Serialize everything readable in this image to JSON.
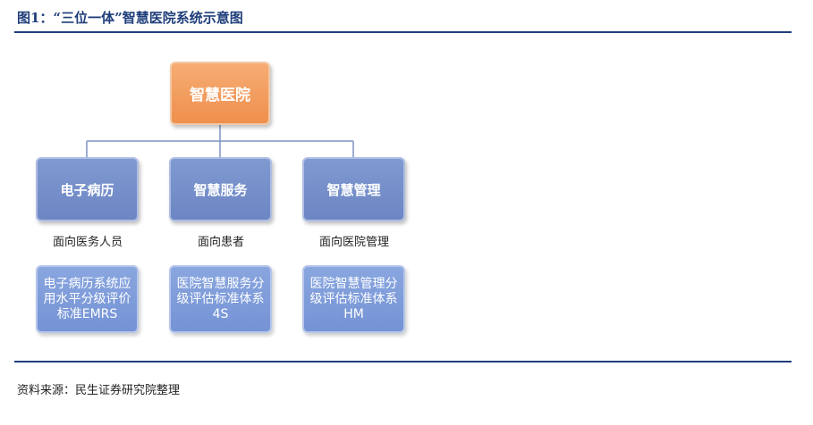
{
  "figure_title": "图1：“三位一体”智慧医院系统示意图",
  "root": {
    "label": "智慧医院"
  },
  "branches": [
    {
      "label": "电子病历",
      "audience": "面向医务人员",
      "standard": "电子病历系统应用水平分级评价标准EMRS"
    },
    {
      "label": "智慧服务",
      "audience": "面向患者",
      "standard": "医院智慧服务分级评估标准体系4S"
    },
    {
      "label": "智慧管理",
      "audience": "面向医院管理",
      "standard": "医院智慧管理分级评估标准体系HM"
    }
  ],
  "source": "资料来源：民生证券研究院整理",
  "colors": {
    "root": "#ef8f4d",
    "branch": "#6d86c4",
    "standard": "#7593d5",
    "rule": "#1f3e7a"
  }
}
